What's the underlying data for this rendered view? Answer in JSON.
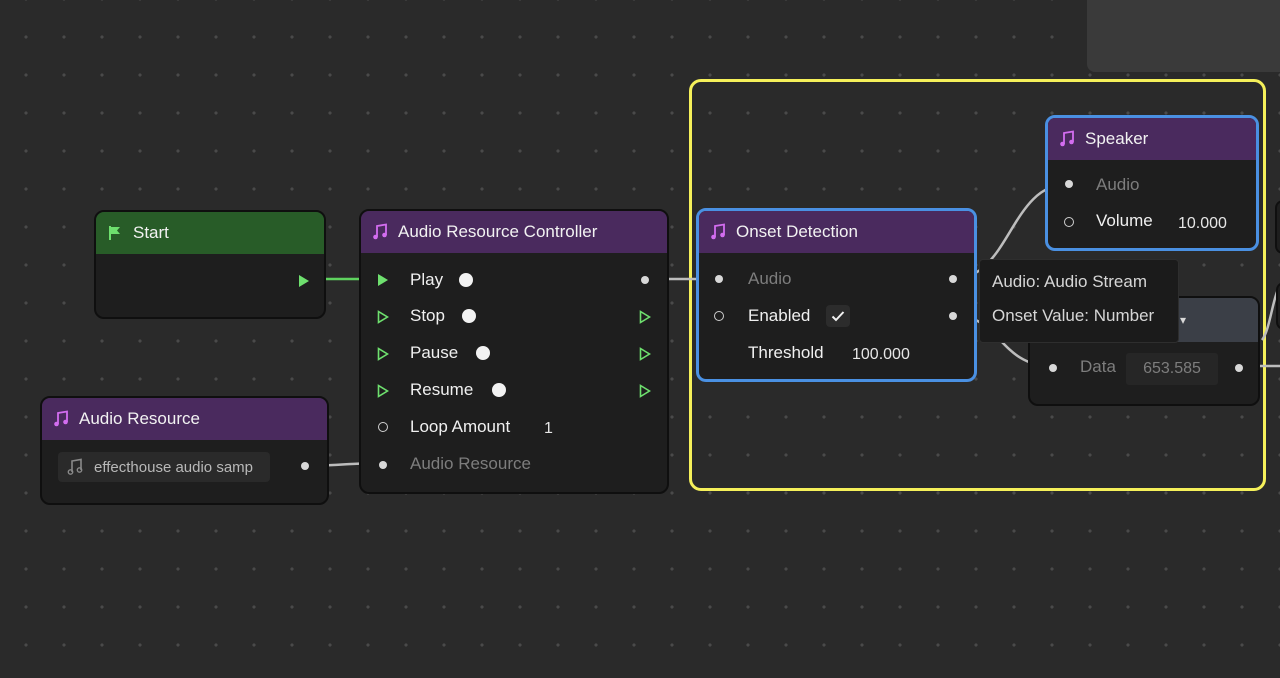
{
  "nodes": {
    "start": {
      "title": "Start"
    },
    "audio_resource": {
      "title": "Audio Resource",
      "field_value": "effecthouse audio samp"
    },
    "controller": {
      "title": "Audio Resource Controller",
      "inputs": {
        "play": "Play",
        "stop": "Stop",
        "pause": "Pause",
        "resume": "Resume",
        "loop_amount": "Loop Amount",
        "audio_resource": "Audio Resource"
      },
      "loop_amount_value": "1"
    },
    "onset": {
      "title": "Onset Detection",
      "inputs": {
        "audio": "Audio",
        "enabled": "Enabled",
        "threshold": "Threshold"
      },
      "threshold_value": "100.000"
    },
    "speaker": {
      "title": "Speaker",
      "inputs": {
        "audio": "Audio",
        "volume": "Volume"
      },
      "volume_value": "10.000"
    },
    "data_node": {
      "input_label": "Data",
      "value": "653.585"
    }
  },
  "tooltip": {
    "line1": "Audio: Audio Stream",
    "line2": "Onset Value: Number"
  },
  "colors": {
    "accent_selection": "#4a90e2",
    "group_frame": "#f5f05a",
    "exec_port": "#6ee06e",
    "header_purple": "#4a2a5e",
    "header_green": "#285c28",
    "icon_magenta": "#d36df0"
  }
}
